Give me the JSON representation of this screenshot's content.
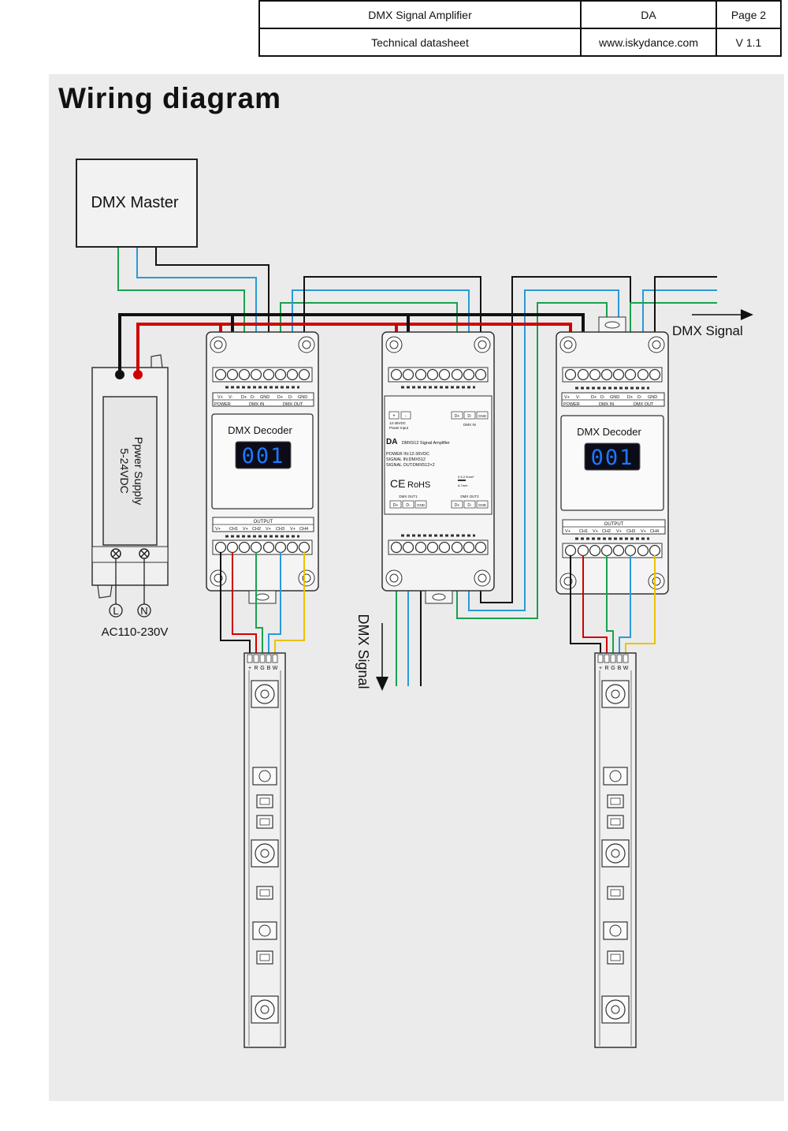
{
  "header": {
    "doc_title": "DMX Signal Amplifier",
    "model": "DA",
    "page": "Page 2",
    "doc_type": "Technical datasheet",
    "website": "www.iskydance.com",
    "version": "V 1.1"
  },
  "section_title": "Wiring diagram",
  "master": {
    "label": "DMX Master"
  },
  "power_supply": {
    "line1": "Ppwer Supply",
    "line2": "5-24VDC",
    "terminal_l": "L",
    "terminal_n": "N",
    "ac_label": "AC110-230V"
  },
  "decoder": {
    "label": "DMX Decoder",
    "display": "001",
    "top_labels": {
      "vplus": "V+",
      "vminus": "V-",
      "dplus": "D+",
      "dminus": "D-",
      "gnd": "GND",
      "power": "POWER",
      "dmx_in": "DMX IN",
      "dmx_out": "DMX OUT"
    },
    "bottom_labels": {
      "output": "OUTPUT",
      "ch1": "CH1",
      "vp1": "V+",
      "ch2": "CH2",
      "vp2": "V+",
      "ch3": "CH3",
      "vp3": "V+",
      "ch4": "CH4"
    }
  },
  "amplifier": {
    "plus": "+",
    "minus": "-",
    "dplus": "D+",
    "dminus": "D-",
    "gnd": "GND",
    "vdc": "12-36VDC",
    "power_input": "Power Input",
    "dmx_in": "DMX IN",
    "model": "DA",
    "model_desc": "DMX512 Signal Amplifier",
    "spec1": "POWER IN:12-36VDC",
    "spec2": "SIGNAL IN:DMX512",
    "spec3": "SIGNAL OUT:DMX512×2",
    "ce": "CE",
    "rohs": "RoHS",
    "wire1": "0.5-2.5mm²",
    "wire2": "6-7mm",
    "out1": "DMX OUT1",
    "out2": "DMX OUT2"
  },
  "strip_labels": [
    "+",
    "R",
    "G",
    "B",
    "W"
  ],
  "signal_right": "DMX Signal",
  "signal_down": "DMX Signal"
}
